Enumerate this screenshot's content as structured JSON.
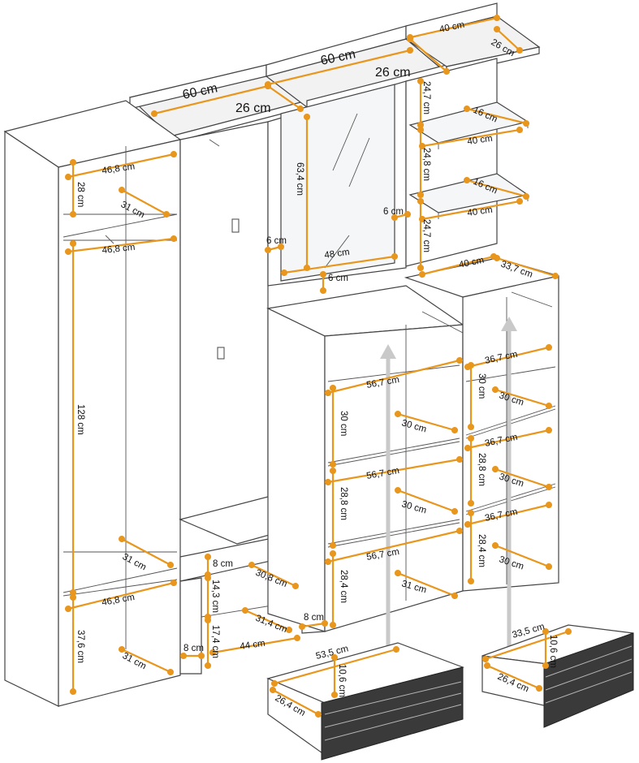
{
  "colors": {
    "dimension": "#e8961c",
    "outline": "#444444",
    "guide_arrow": "#c9c9c9",
    "drawer_front": "#3a3a3a"
  },
  "labels": {
    "top_shelf_1_w": "60 cm",
    "top_shelf_1_d": "26 cm",
    "top_shelf_2_w": "60 cm",
    "top_shelf_2_d": "26 cm",
    "top_shelf_3_w": "40 cm",
    "top_shelf_3_d": "26 cm",
    "left_top_w": "46,8 cm",
    "left_top_h": "28 cm",
    "left_top_d": "31 cm",
    "left_mid_w": "46,8 cm",
    "left_mid_h": "128 cm",
    "left_bot_d1": "31 cm",
    "left_bot_w": "46,8 cm",
    "left_bot_h": "37,6 cm",
    "left_bot_d2": "31 cm",
    "mirror_h": "63,4 cm",
    "mirror_w": "48 cm",
    "mirror_gap_l": "6 cm",
    "mirror_gap_r": "6 cm",
    "mirror_gap_b": "6 cm",
    "glass_sp1": "24,7 cm",
    "glass_d1": "16 cm",
    "glass_w1": "40 cm",
    "glass_sp2": "24,8 cm",
    "glass_d2": "16 cm",
    "glass_w2": "40 cm",
    "glass_sp3": "24,7 cm",
    "shelf_w": "40 cm",
    "shelf_d": "33,7 cm",
    "mid_w1": "56,7 cm",
    "mid_h1": "30 cm",
    "mid_d1": "30 cm",
    "mid_w2": "56,7 cm",
    "mid_h2": "28,8 cm",
    "mid_d2": "30 cm",
    "mid_w3": "56,7 cm",
    "mid_h3": "28,4 cm",
    "mid_d3": "31 cm",
    "right_w1": "36,7 cm",
    "right_h1": "30 cm",
    "right_d1": "30 cm",
    "right_w2": "36,7 cm",
    "right_h2": "28,8 cm",
    "right_d2": "30 cm",
    "right_w3": "36,7 cm",
    "right_h3": "28,4 cm",
    "right_d3": "30 cm",
    "bench_h1": "8 cm",
    "bench_h2": "14,3 cm",
    "bench_d1": "30,8 cm",
    "bench_h3": "17,4 cm",
    "bench_w": "44 cm",
    "bench_d2": "31,4 cm",
    "bench_side_l": "8 cm",
    "bench_side_r": "8 cm",
    "drawer_big_w": "53,5 cm",
    "drawer_big_h": "10,6 cm",
    "drawer_big_d": "26,4 cm",
    "drawer_small_w": "33,5 cm",
    "drawer_small_h": "10,6 cm",
    "drawer_small_d": "26,4 cm"
  }
}
